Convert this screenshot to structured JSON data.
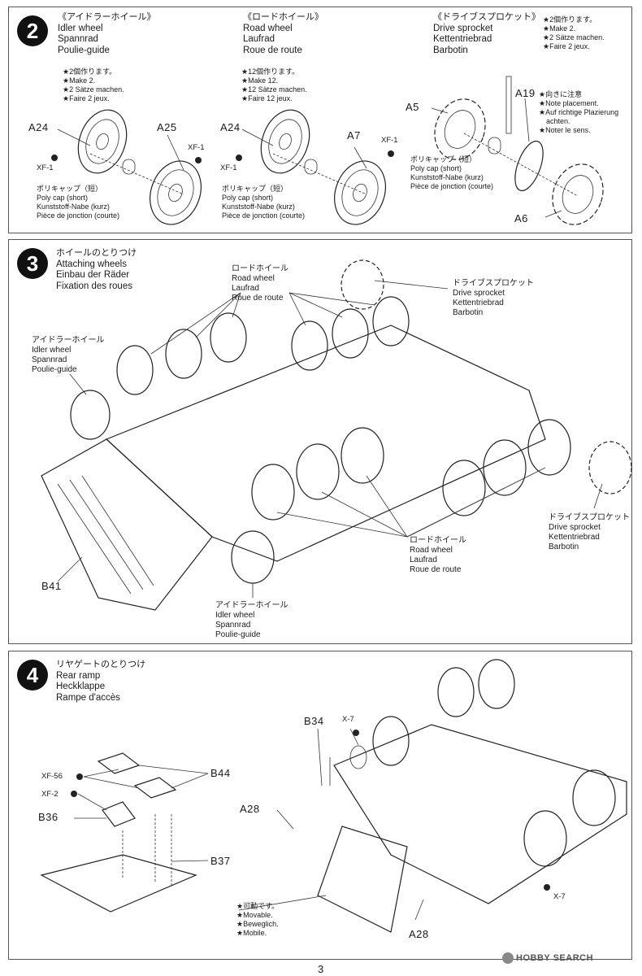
{
  "step2": {
    "number": "2",
    "idler": {
      "title": "《アイドラーホイール》",
      "en": "Idler wheel",
      "de": "Spannrad",
      "fr": "Poulie-guide",
      "note_jp": "★2個作ります。",
      "note_en": "★Make 2.",
      "note_de": "★2 Sätze machen.",
      "note_fr": "★Faire 2 jeux.",
      "part_a": "A24",
      "part_b": "A25",
      "paint_a": "XF-1",
      "paint_b": "XF-1"
    },
    "road": {
      "title": "《ロードホイール》",
      "en": "Road wheel",
      "de": "Laufrad",
      "fr": "Roue de route",
      "note_jp": "★12個作ります。",
      "note_en": "★Make 12.",
      "note_de": "★12 Sätze machen.",
      "note_fr": "★Faire 12 jeux.",
      "part_a": "A24",
      "part_b": "A7",
      "paint_a": "XF-1",
      "paint_b": "XF-1"
    },
    "sprocket": {
      "title": "《ドライブスプロケット》",
      "en": "Drive sprocket",
      "de": "Kettentriebrad",
      "fr": "Barbotin",
      "note_jp": "★2個作ります。",
      "note_en": "★Make 2.",
      "note_de": "★2 Sätze machen.",
      "note_fr": "★Faire 2 jeux.",
      "part_a": "A5",
      "part_b": "A19",
      "part_c": "A6",
      "warn_jp": "★向きに注意",
      "warn_en": "★Note placement.",
      "warn_de1": "★Auf richtige Plazierung",
      "warn_de2": "achten.",
      "warn_fr": "★Noter le sens."
    },
    "polycap": {
      "jp": "ポリキャップ（短）",
      "en": "Poly cap (short)",
      "de": "Kunststoff-Nabe (kurz)",
      "fr": "Pièce de jonction (courte)"
    }
  },
  "step3": {
    "number": "3",
    "title_jp": "ホイールのとりつけ",
    "title_en": "Attaching wheels",
    "title_de": "Einbau der Räder",
    "title_fr": "Fixation des roues",
    "road_jp": "ロードホイール",
    "road_en": "Road wheel",
    "road_de": "Laufrad",
    "road_fr": "Roue de route",
    "idler_jp": "アイドラーホイール",
    "idler_en": "Idler wheel",
    "idler_de": "Spannrad",
    "idler_fr": "Poulie-guide",
    "sprocket_jp": "ドライブスプロケット",
    "sprocket_en": "Drive sprocket",
    "sprocket_de": "Kettentriebrad",
    "sprocket_fr": "Barbotin",
    "part": "B41"
  },
  "step4": {
    "number": "4",
    "title_jp": "リヤゲートのとりつけ",
    "title_en": "Rear ramp",
    "title_de": "Heckklappe",
    "title_fr": "Rampe d'accès",
    "paint_xf56": "XF-56",
    "paint_xf2": "XF-2",
    "paint_x7a": "X-7",
    "paint_x7b": "X-7",
    "part_b44": "B44",
    "part_b36": "B36",
    "part_b37": "B37",
    "part_b34": "B34",
    "part_a28a": "A28",
    "part_a28b": "A28",
    "move_jp": "★可動です。",
    "move_en": "★Movable.",
    "move_de": "★Beweglich.",
    "move_fr": "★Mobile."
  },
  "page_number": "3",
  "watermark": "HOBBY SEARCH"
}
